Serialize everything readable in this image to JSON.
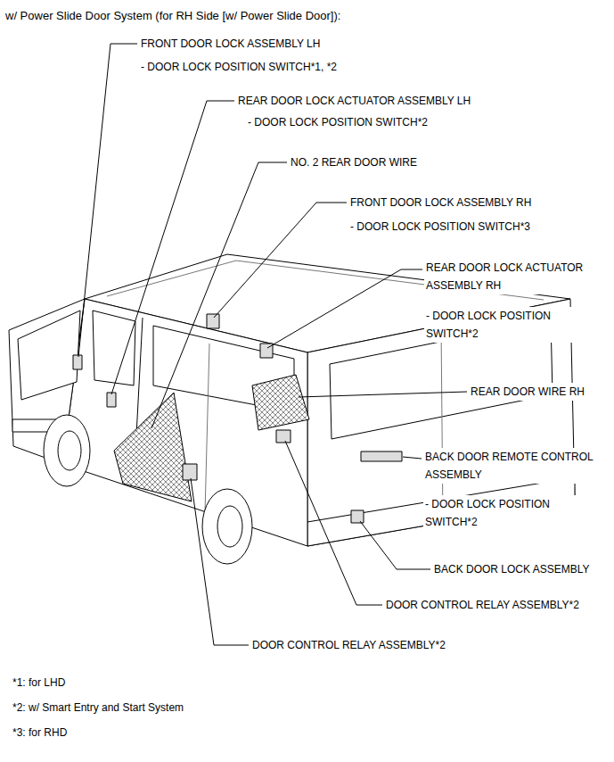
{
  "diagram": {
    "title": "w/ Power Slide Door System (for RH Side [w/ Power Slide Door]):",
    "labels": [
      "FRONT DOOR LOCK ASSEMBLY LH",
      "- DOOR LOCK POSITION SWITCH*1, *2",
      "REAR DOOR LOCK ACTUATOR ASSEMBLY LH",
      "- DOOR LOCK POSITION SWITCH*2",
      "NO. 2 REAR DOOR WIRE",
      "FRONT DOOR LOCK ASSEMBLY RH",
      "- DOOR LOCK POSITION SWITCH*3",
      "REAR DOOR LOCK ACTUATOR ASSEMBLY RH",
      "- DOOR LOCK POSITION SWITCH*2",
      "REAR DOOR WIRE RH",
      "BACK DOOR REMOTE CONTROL ASSEMBLY",
      "- DOOR LOCK POSITION SWITCH*2",
      "BACK DOOR LOCK ASSEMBLY",
      "DOOR CONTROL RELAY ASSEMBLY*2",
      "DOOR CONTROL RELAY ASSEMBLY*2",
      "*1: for LHD",
      "*2: w/ Smart Entry and Start System",
      "*3: for RHD"
    ]
  }
}
